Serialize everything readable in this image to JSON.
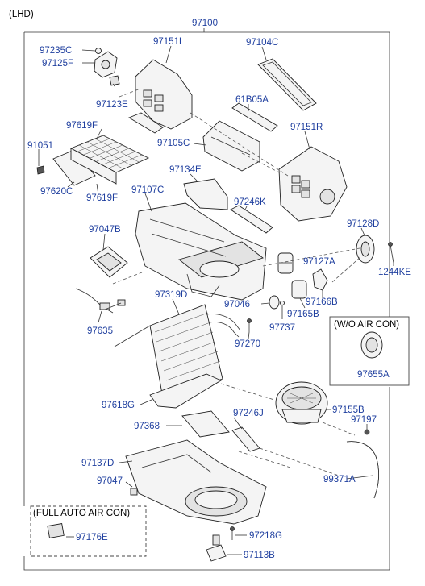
{
  "header": {
    "variant": "(LHD)",
    "assembly": "97100"
  },
  "boxes": {
    "wo_air_con": "(W/O AIR CON)",
    "full_auto": "(FULL AUTO AIR CON)"
  },
  "parts": [
    "97235C",
    "97125F",
    "97123E",
    "97151L",
    "97104C",
    "61B05A",
    "97619F",
    "97105C",
    "97151R",
    "91051",
    "97620C",
    "97619F",
    "97134E",
    "97107C",
    "97246K",
    "97047B",
    "97128D",
    "97127A",
    "1244KE",
    "97166B",
    "97165B",
    "97046",
    "97737",
    "97635",
    "97319D",
    "97270",
    "97655A",
    "97618G",
    "97246J",
    "97155B",
    "97197",
    "97368",
    "97137D",
    "99371A",
    "97047",
    "97218G",
    "97176E",
    "97113B"
  ],
  "colors": {
    "label": "#1f3f9f",
    "line": "#333333"
  }
}
